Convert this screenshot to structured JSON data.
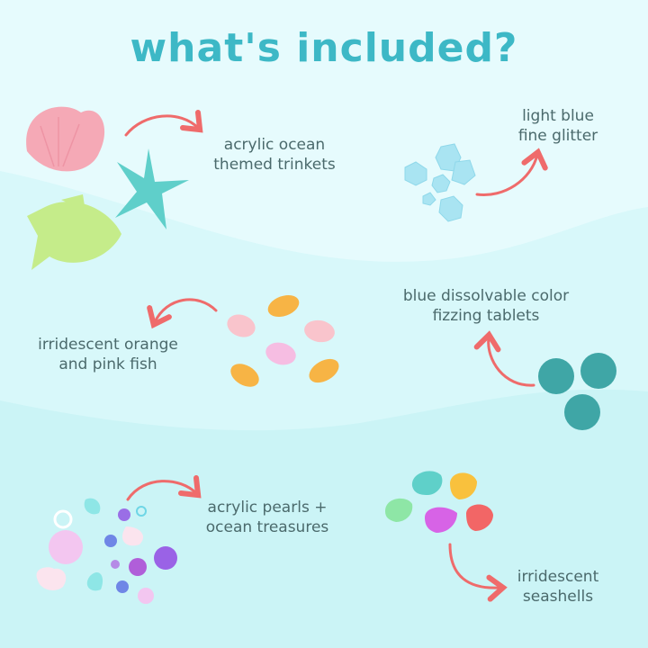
{
  "title": "what's included?",
  "colors": {
    "background_top": "#e6fbfd",
    "wave_mid": "#d6f7f9",
    "wave_bottom": "#cbf4f6",
    "title": "#3db8c6",
    "text": "#4b6a6c",
    "arrow": "#ef6b6b",
    "tablet": "#3fa6a6"
  },
  "items": [
    {
      "id": "trinkets",
      "line1": "acrylic ocean",
      "line2": "themed trinkets",
      "icon": "shell-starfish-fish-icon"
    },
    {
      "id": "glitter",
      "line1": "light blue",
      "line2": "fine glitter",
      "icon": "glitter-crystals-icon"
    },
    {
      "id": "fish",
      "line1": "irridescent orange",
      "line2": "and pink fish",
      "icon": "fish-confetti-icon"
    },
    {
      "id": "tablets",
      "line1": "blue dissolvable color",
      "line2": "fizzing tablets",
      "icon": "fizzing-tablets-icon"
    },
    {
      "id": "pearls",
      "line1": "acrylic pearls +",
      "line2": "ocean treasures",
      "icon": "pearls-treasures-icon"
    },
    {
      "id": "seashells",
      "line1": "irridescent",
      "line2": "seashells",
      "icon": "seashells-icon"
    }
  ]
}
